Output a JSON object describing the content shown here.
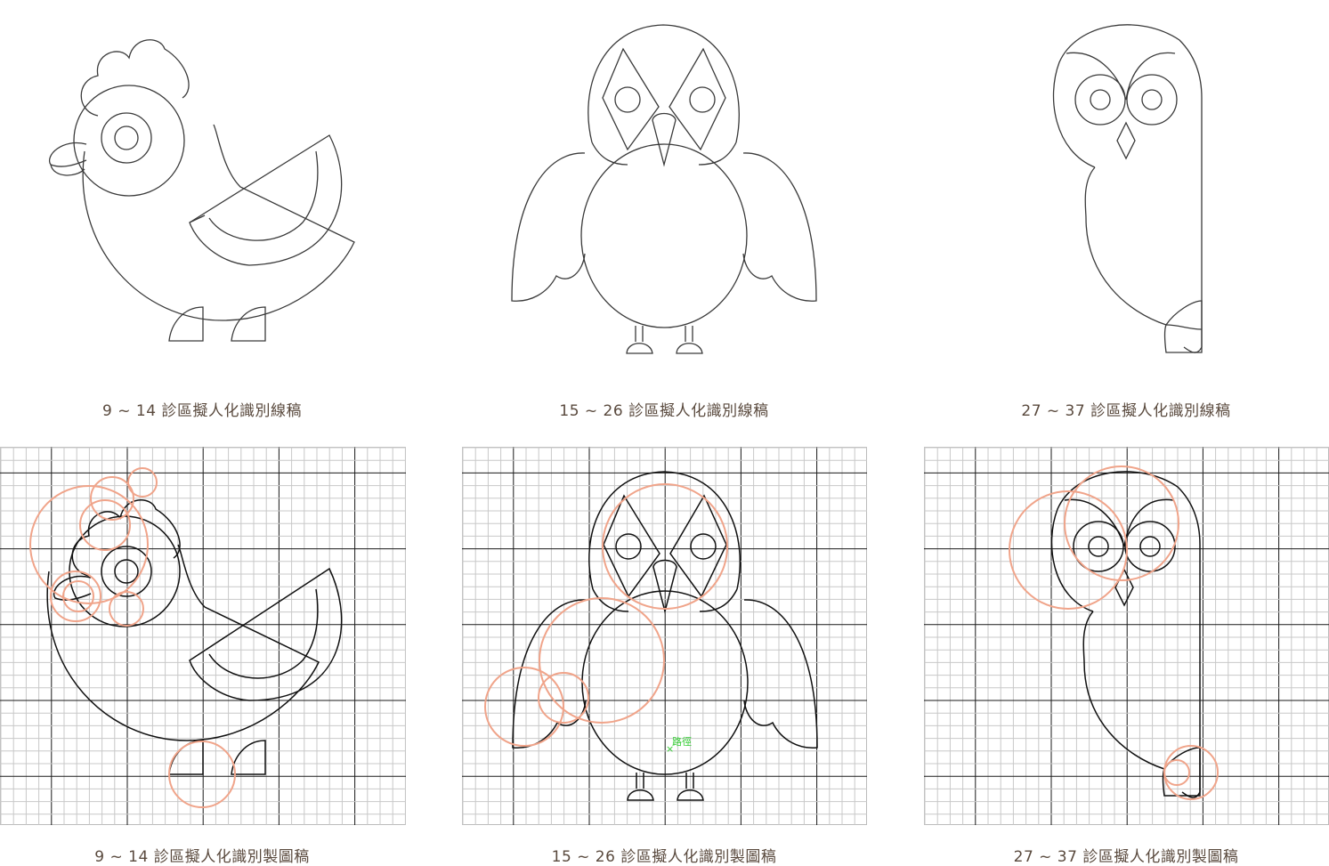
{
  "captions": {
    "top": [
      "9 ~ 14 診區擬人化識別線稿",
      "15 ~ 26 診區擬人化識別線稿",
      "27 ~ 37 診區擬人化識別線稿"
    ],
    "bottom": [
      "9 ~ 14 診區擬人化識別製圖稿",
      "15 ~ 26 診區擬人化識別製圖稿",
      "27 ~ 37 診區擬人化識別製圖稿"
    ]
  },
  "path_tag": "路徑",
  "colors": {
    "line": "#3a3a3a",
    "guide_circle": "#f0a48a",
    "grid_major": "#1a1a1a",
    "grid_minor": "#c8c8c8",
    "caption": "#5a4a3e",
    "path_tag": "#33cc33"
  },
  "panels": [
    {
      "name": "chicken",
      "kind": "line-art"
    },
    {
      "name": "owl-front",
      "kind": "line-art"
    },
    {
      "name": "owl-side",
      "kind": "line-art"
    },
    {
      "name": "chicken",
      "kind": "construction-grid"
    },
    {
      "name": "owl-front",
      "kind": "construction-grid"
    },
    {
      "name": "owl-side",
      "kind": "construction-grid"
    }
  ]
}
